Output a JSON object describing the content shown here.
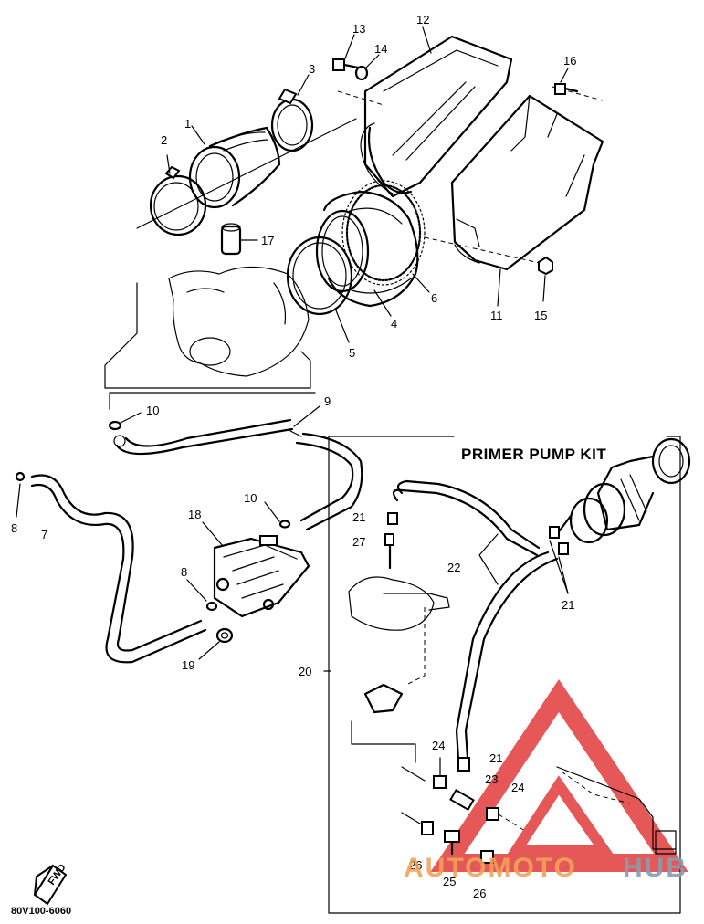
{
  "kit_title": "PRIMER PUMP KIT",
  "diagram_code": "80V100-6060",
  "fwd_label": "FWD",
  "watermark": {
    "part1": "AUTOMOTO",
    "part2": "HUB",
    "color1": "#f2a15a",
    "color2": "#8a9bb0",
    "triangle_color": "#e23b3b"
  },
  "callouts": [
    {
      "id": "1",
      "text": "1"
    },
    {
      "id": "2",
      "text": "2"
    },
    {
      "id": "3",
      "text": "3"
    },
    {
      "id": "4",
      "text": "4"
    },
    {
      "id": "5",
      "text": "5"
    },
    {
      "id": "6",
      "text": "6"
    },
    {
      "id": "7",
      "text": "7"
    },
    {
      "id": "8a",
      "text": "8"
    },
    {
      "id": "8b",
      "text": "8"
    },
    {
      "id": "9",
      "text": "9"
    },
    {
      "id": "10a",
      "text": "10"
    },
    {
      "id": "10b",
      "text": "10"
    },
    {
      "id": "11",
      "text": "11"
    },
    {
      "id": "12",
      "text": "12"
    },
    {
      "id": "13",
      "text": "13"
    },
    {
      "id": "14",
      "text": "14"
    },
    {
      "id": "15",
      "text": "15"
    },
    {
      "id": "16",
      "text": "16"
    },
    {
      "id": "17",
      "text": "17"
    },
    {
      "id": "18",
      "text": "18"
    },
    {
      "id": "19",
      "text": "19"
    },
    {
      "id": "20",
      "text": "20"
    },
    {
      "id": "21a",
      "text": "21"
    },
    {
      "id": "21b",
      "text": "21"
    },
    {
      "id": "21c",
      "text": "21"
    },
    {
      "id": "22",
      "text": "22"
    },
    {
      "id": "23",
      "text": "23"
    },
    {
      "id": "24a",
      "text": "24"
    },
    {
      "id": "24b",
      "text": "24"
    },
    {
      "id": "25",
      "text": "25"
    },
    {
      "id": "26a",
      "text": "26"
    },
    {
      "id": "26b",
      "text": "26"
    },
    {
      "id": "27",
      "text": "27"
    }
  ]
}
